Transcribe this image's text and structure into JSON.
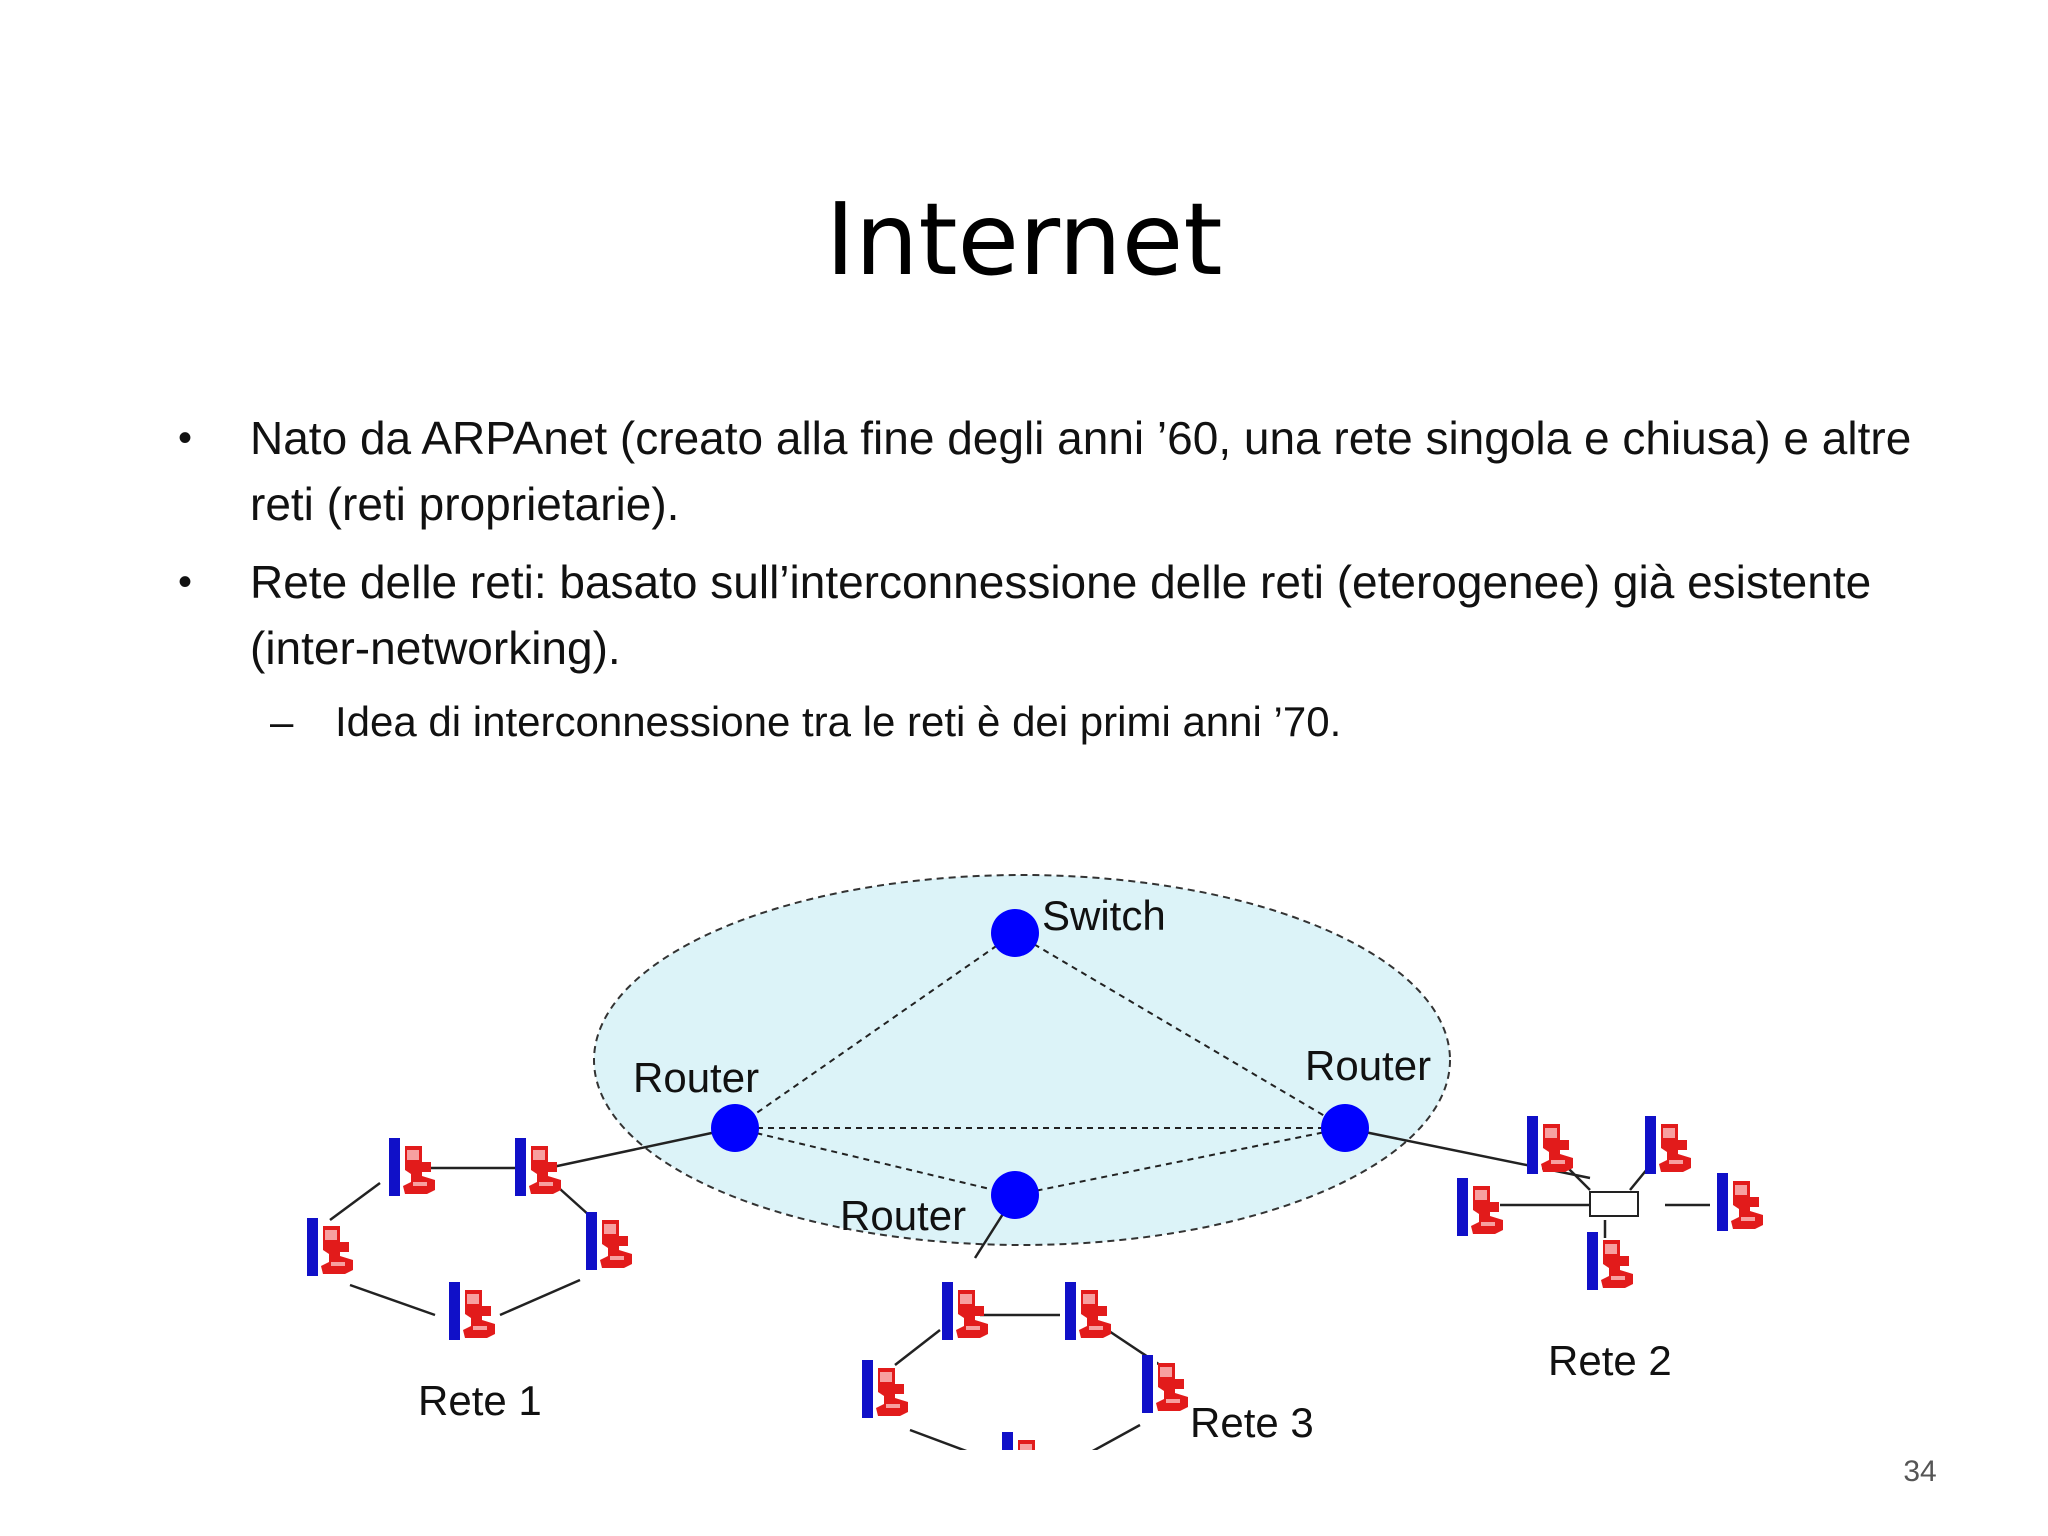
{
  "slide": {
    "title": "Internet",
    "bullets": [
      {
        "text": "Nato da ARPAnet (creato alla fine degli anni ’60, una rete singola e chiusa) e altre reti (reti proprietarie)."
      },
      {
        "text": "Rete delle reti: basato sull’interconnessione delle reti (eterogenee) già esistente (inter-networking)."
      }
    ],
    "sub_bullet": "Idea di interconnessione tra le reti è dei primi anni ’70.",
    "bullet_glyph": "•",
    "dash_glyph": "–",
    "page_number": "34"
  },
  "diagram": {
    "labels": {
      "switch": "Switch",
      "router_left": "Router",
      "router_right": "Router",
      "router_bottom": "Router",
      "rete1": "Rete 1",
      "rete2": "Rete 2",
      "rete3": "Rete 3"
    },
    "colors": {
      "cloud_fill": "#dcf3f8",
      "node": "#0000ff",
      "computer_base": "#1010c8",
      "computer_icon": "#e21b1b"
    }
  }
}
